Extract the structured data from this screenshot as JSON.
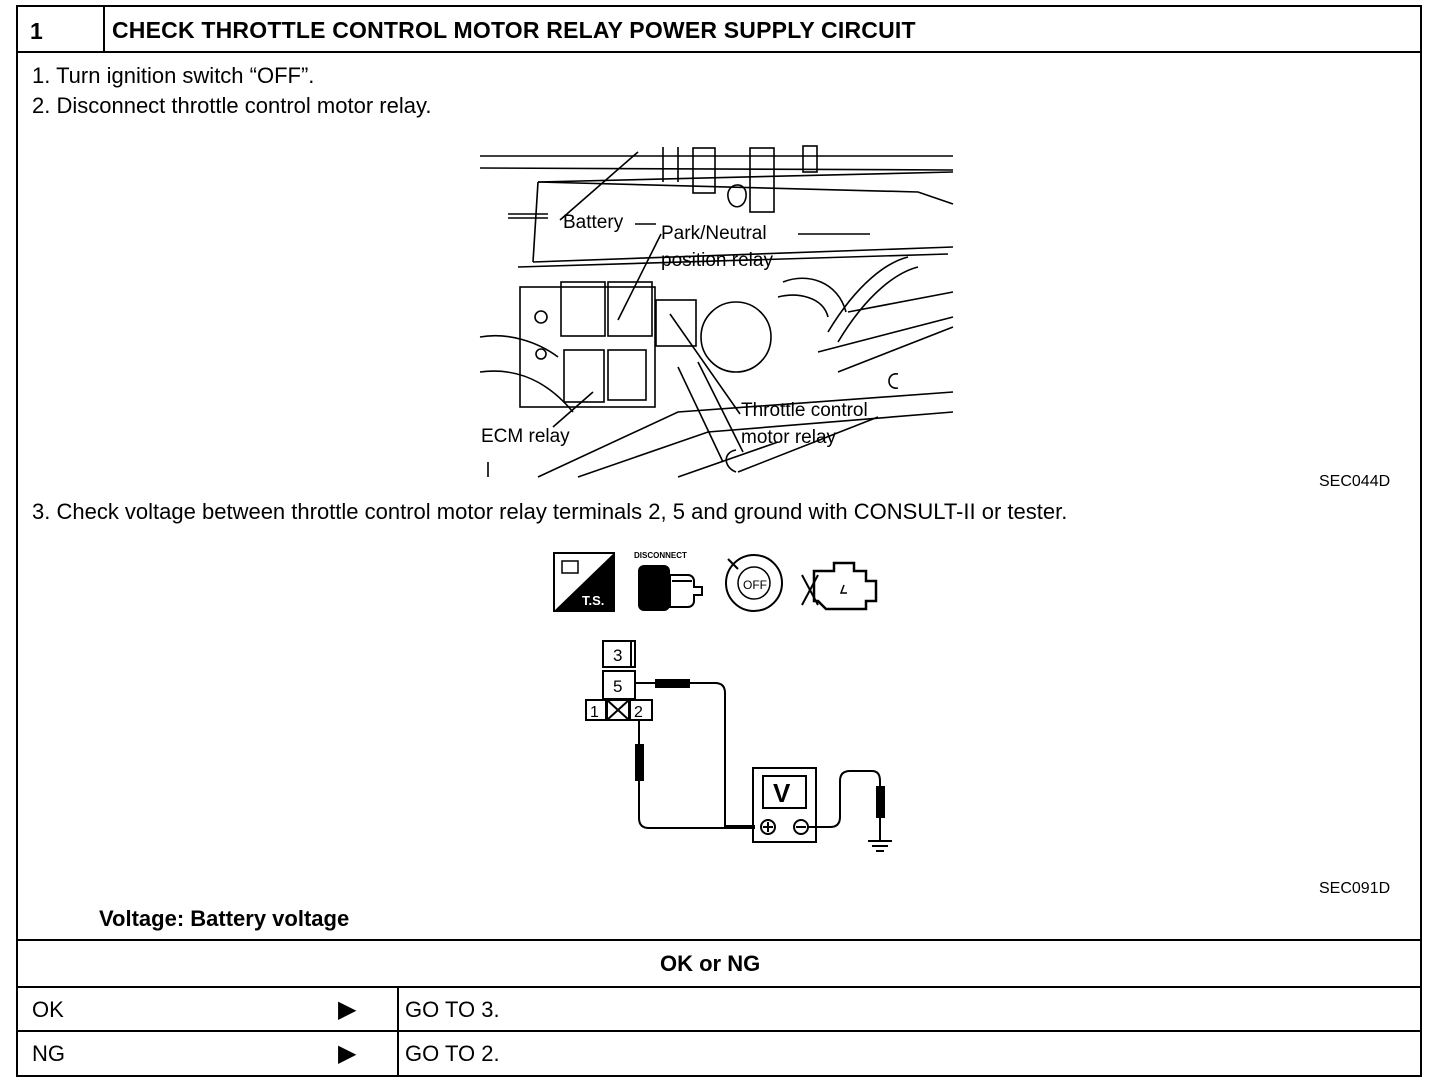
{
  "step": {
    "number": "1",
    "title": "CHECK THROTTLE CONTROL MOTOR RELAY POWER SUPPLY CIRCUIT"
  },
  "instructions": {
    "item1": "1.  Turn ignition switch “OFF”.",
    "item2": "2.  Disconnect throttle control motor relay.",
    "item3": "3.  Check voltage between throttle control motor relay terminals 2, 5 and ground with CONSULT-II or tester."
  },
  "figure1": {
    "code": "SEC044D",
    "labels": {
      "battery": "Battery",
      "park_neutral_1": "Park/Neutral",
      "park_neutral_2": "position relay",
      "ecm_relay": "ECM relay",
      "throttle_1": "Throttle control",
      "throttle_2": "motor relay"
    }
  },
  "icons": {
    "ts_text": "T.S.",
    "disconnect_text": "DISCONNECT",
    "off_text": "OFF",
    "names": [
      "ts-icon",
      "disconnect-icon",
      "ignition-off-icon",
      "engine-icon"
    ]
  },
  "figure2": {
    "code": "SEC091D",
    "terminals": {
      "t3": "3",
      "t5": "5",
      "t1": "1",
      "t2": "2"
    },
    "meter_label": "V"
  },
  "spec": "Voltage: Battery voltage",
  "result_header": "OK or NG",
  "results": [
    {
      "status": "OK",
      "action": "GO TO 3."
    },
    {
      "status": "NG",
      "action": "GO TO 2."
    }
  ]
}
